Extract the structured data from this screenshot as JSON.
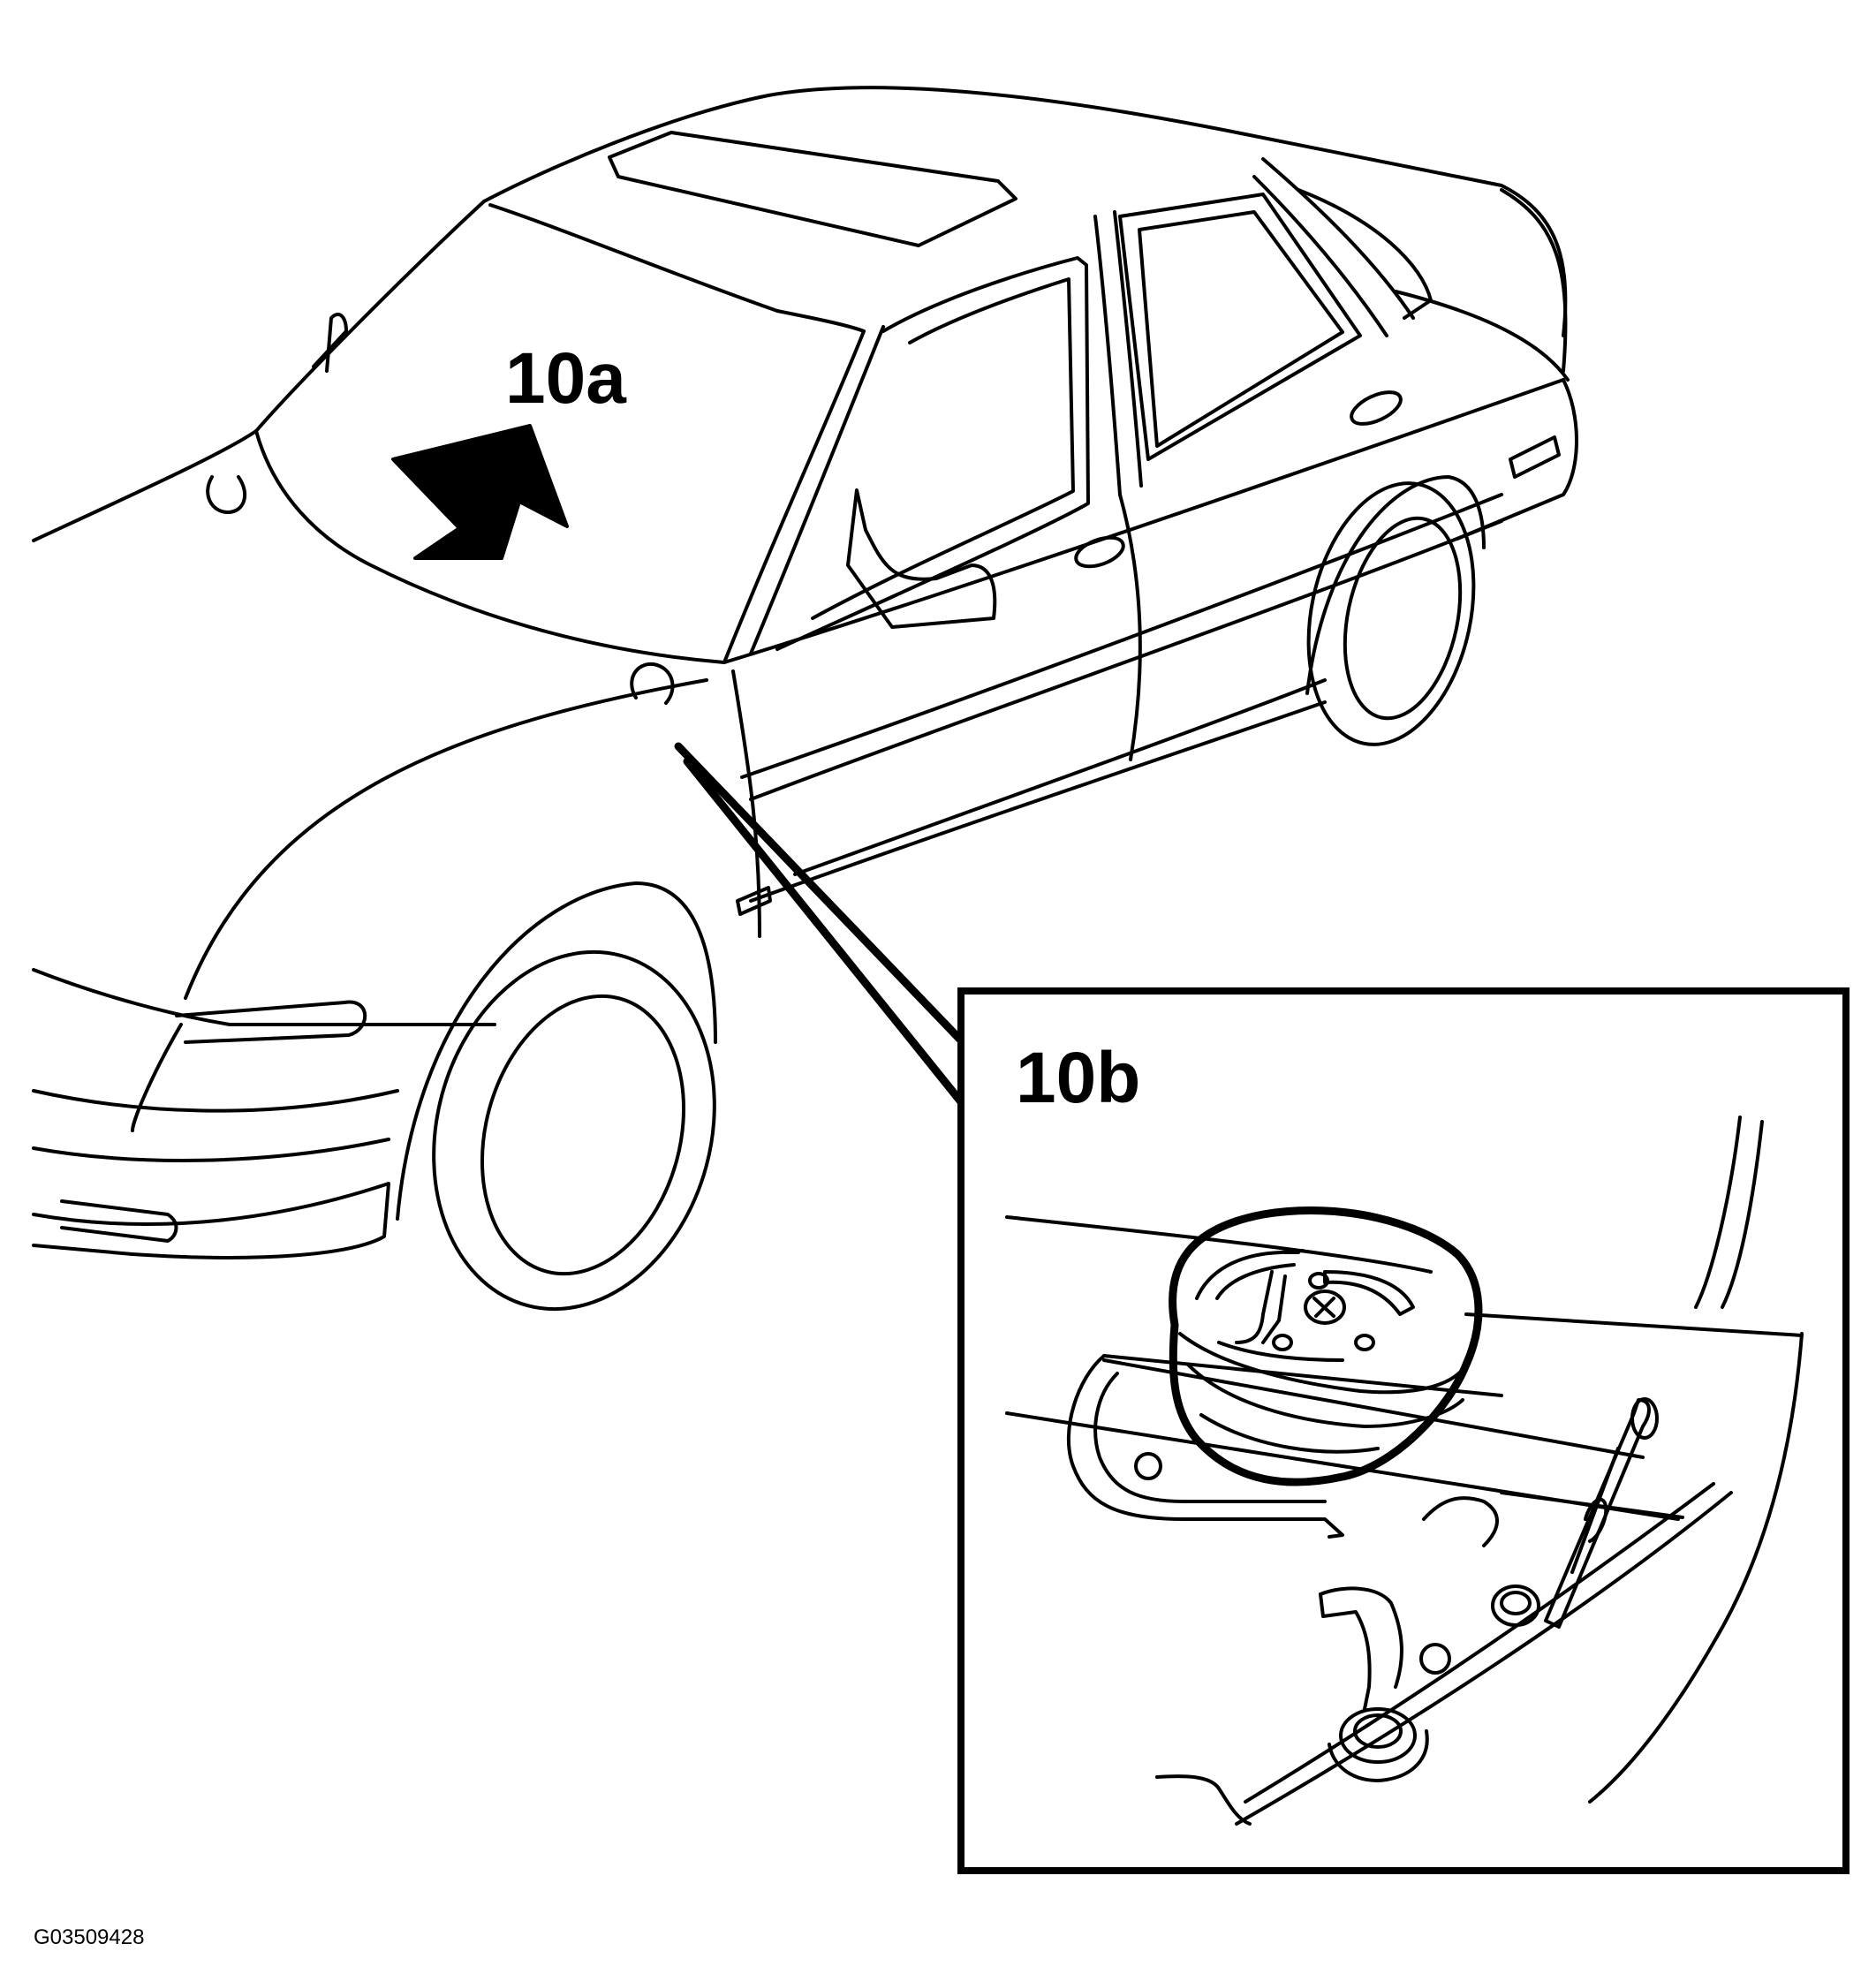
{
  "labels": {
    "windshield_callout": "10a",
    "detail_callout": "10b",
    "figure_code": "G03509428"
  },
  "colors": {
    "line": "#000000",
    "background": "#ffffff"
  },
  "icons": {
    "direction": "arrow-up-right-icon"
  }
}
